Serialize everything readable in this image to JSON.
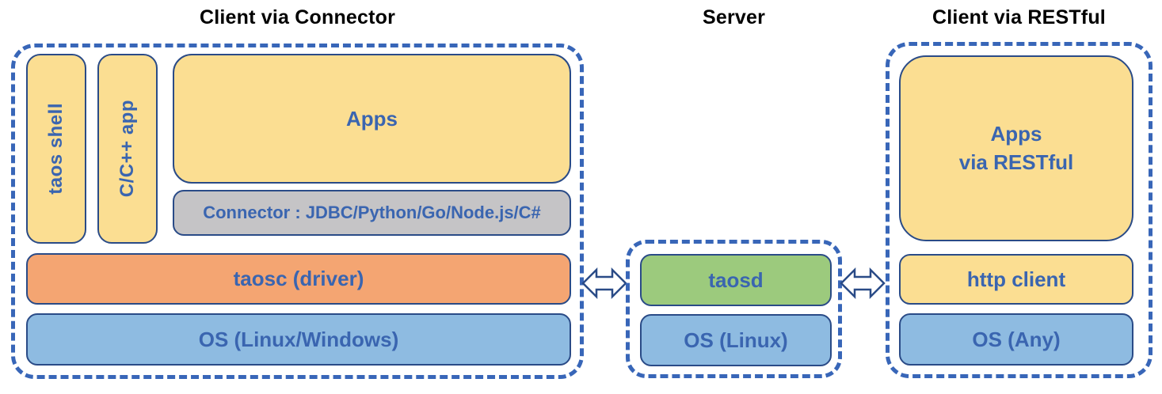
{
  "colors": {
    "yellow": "#FBDE92",
    "orange": "#F4A572",
    "green": "#9CCA7D",
    "blue": "#8EBBE1",
    "gray": "#C5C4C6",
    "dash_border": "#3866B8",
    "box_border": "#2A4B87",
    "label_text": "#3A65B0",
    "title_text": "#000000"
  },
  "sections": {
    "client_connector": {
      "title": "Client via Connector",
      "taos_shell": "taos shell",
      "cpp_app": "C/C++ app",
      "apps": "Apps",
      "connector": "Connector : JDBC/Python/Go/Node.js/C#",
      "taosc": "taosc (driver)",
      "os": "OS (Linux/Windows)"
    },
    "server": {
      "title": "Server",
      "taosd": "taosd",
      "os": "OS (Linux)"
    },
    "client_restful": {
      "title": "Client via RESTful",
      "apps_line1": "Apps",
      "apps_line2": "via RESTful",
      "http_client": "http client",
      "os": "OS (Any)"
    }
  }
}
